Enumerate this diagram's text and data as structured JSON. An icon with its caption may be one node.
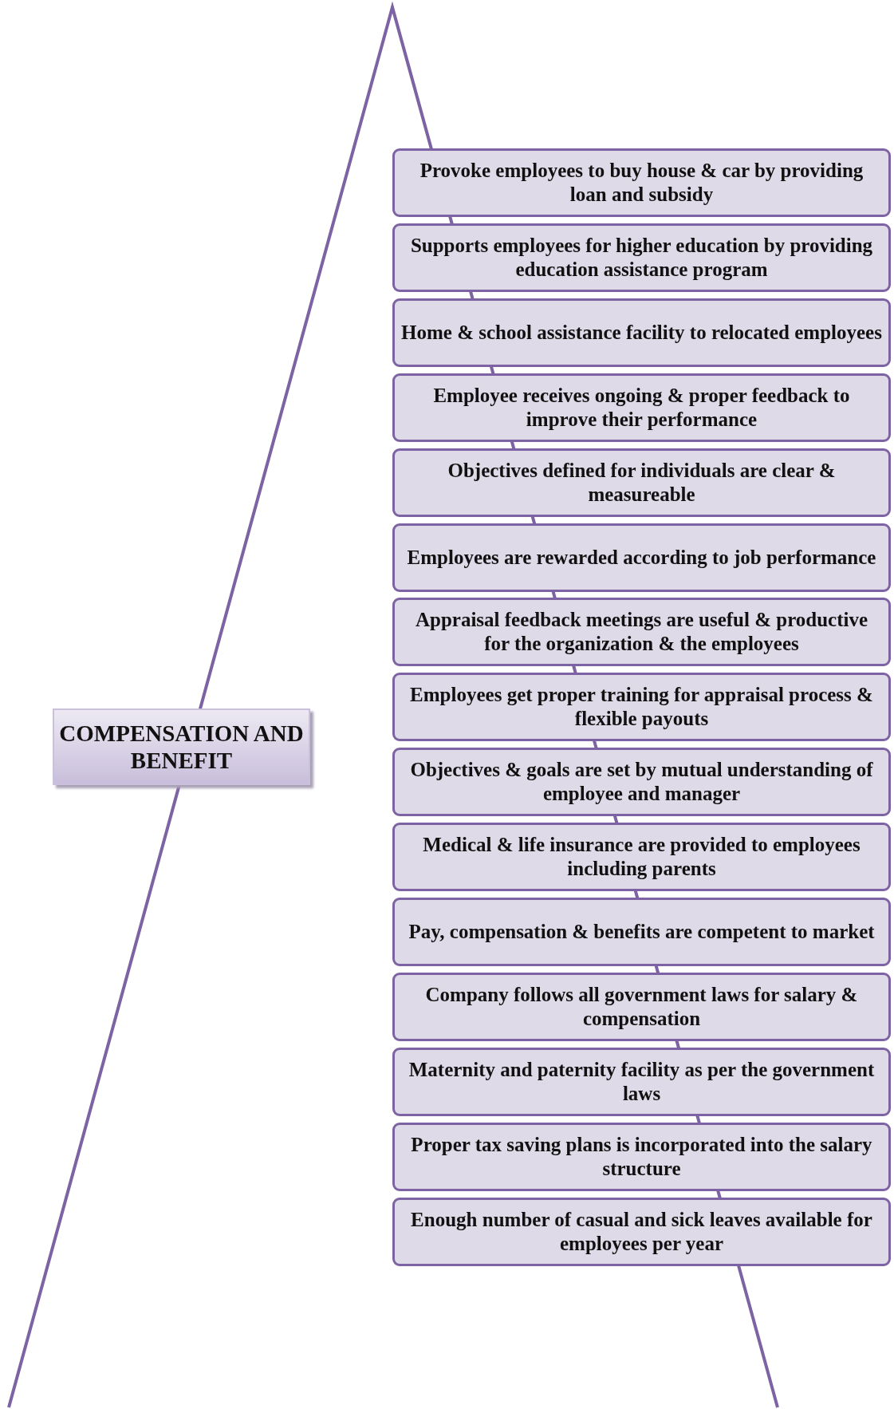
{
  "diagram": {
    "nodes": [
      {
        "text": [
          "COMPENSATION AND BENEFIT"
        ]
      },
      {
        "text": [
          "Provoke employees to buy house & car by providing loan and subsidy"
        ]
      },
      {
        "text": [
          "Supports employees for higher education by providing education assistance program"
        ]
      },
      {
        "text": [
          "Home & school assistance facility to relocated employees"
        ]
      },
      {
        "text": [
          "Employee receives ongoing & proper feedback to improve their performance"
        ]
      },
      {
        "text": [
          "Objectives defined for individuals are clear & measureable"
        ]
      },
      {
        "text": [
          "Employees are rewarded according to job performance"
        ]
      },
      {
        "text": [
          "Appraisal feedback meetings are useful & productive for the organization & the employees"
        ]
      },
      {
        "text": [
          "Employees get proper training for appraisal process & flexible payouts"
        ]
      },
      {
        "text": [
          "Objectives & goals are set by mutual understanding of employee and manager"
        ]
      },
      {
        "text": [
          "Medical & life insurance are provided to employees including parents"
        ]
      },
      {
        "text": [
          "Pay, compensation & benefits are competent to market"
        ]
      },
      {
        "text": [
          "Company follows all government laws for salary & compensation"
        ]
      },
      {
        "text": [
          "Maternity and paternity facility as per the government laws"
        ]
      },
      {
        "text": [
          "Proper tax saving plans is incorporated into the salary structure"
        ]
      },
      {
        "text": [
          "Enough number of casual and sick leaves available for employees per year"
        ]
      }
    ]
  }
}
